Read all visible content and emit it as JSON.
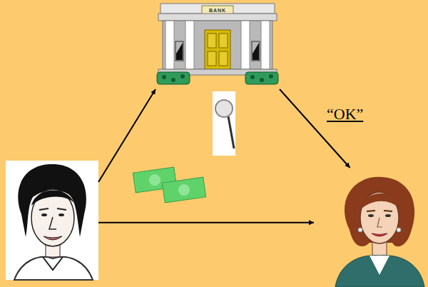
{
  "diagram": {
    "nodes": [
      {
        "text": [
          "BANK"
        ]
      },
      {
        "text": []
      },
      {
        "text": []
      }
    ],
    "edges": [
      {
        "from": 1,
        "to": 0,
        "arrow": "to"
      },
      {
        "from": 0,
        "to": 2,
        "arrow": "to",
        "label": "“OK”"
      },
      {
        "from": 1,
        "to": 2,
        "arrow": "to"
      }
    ]
  }
}
